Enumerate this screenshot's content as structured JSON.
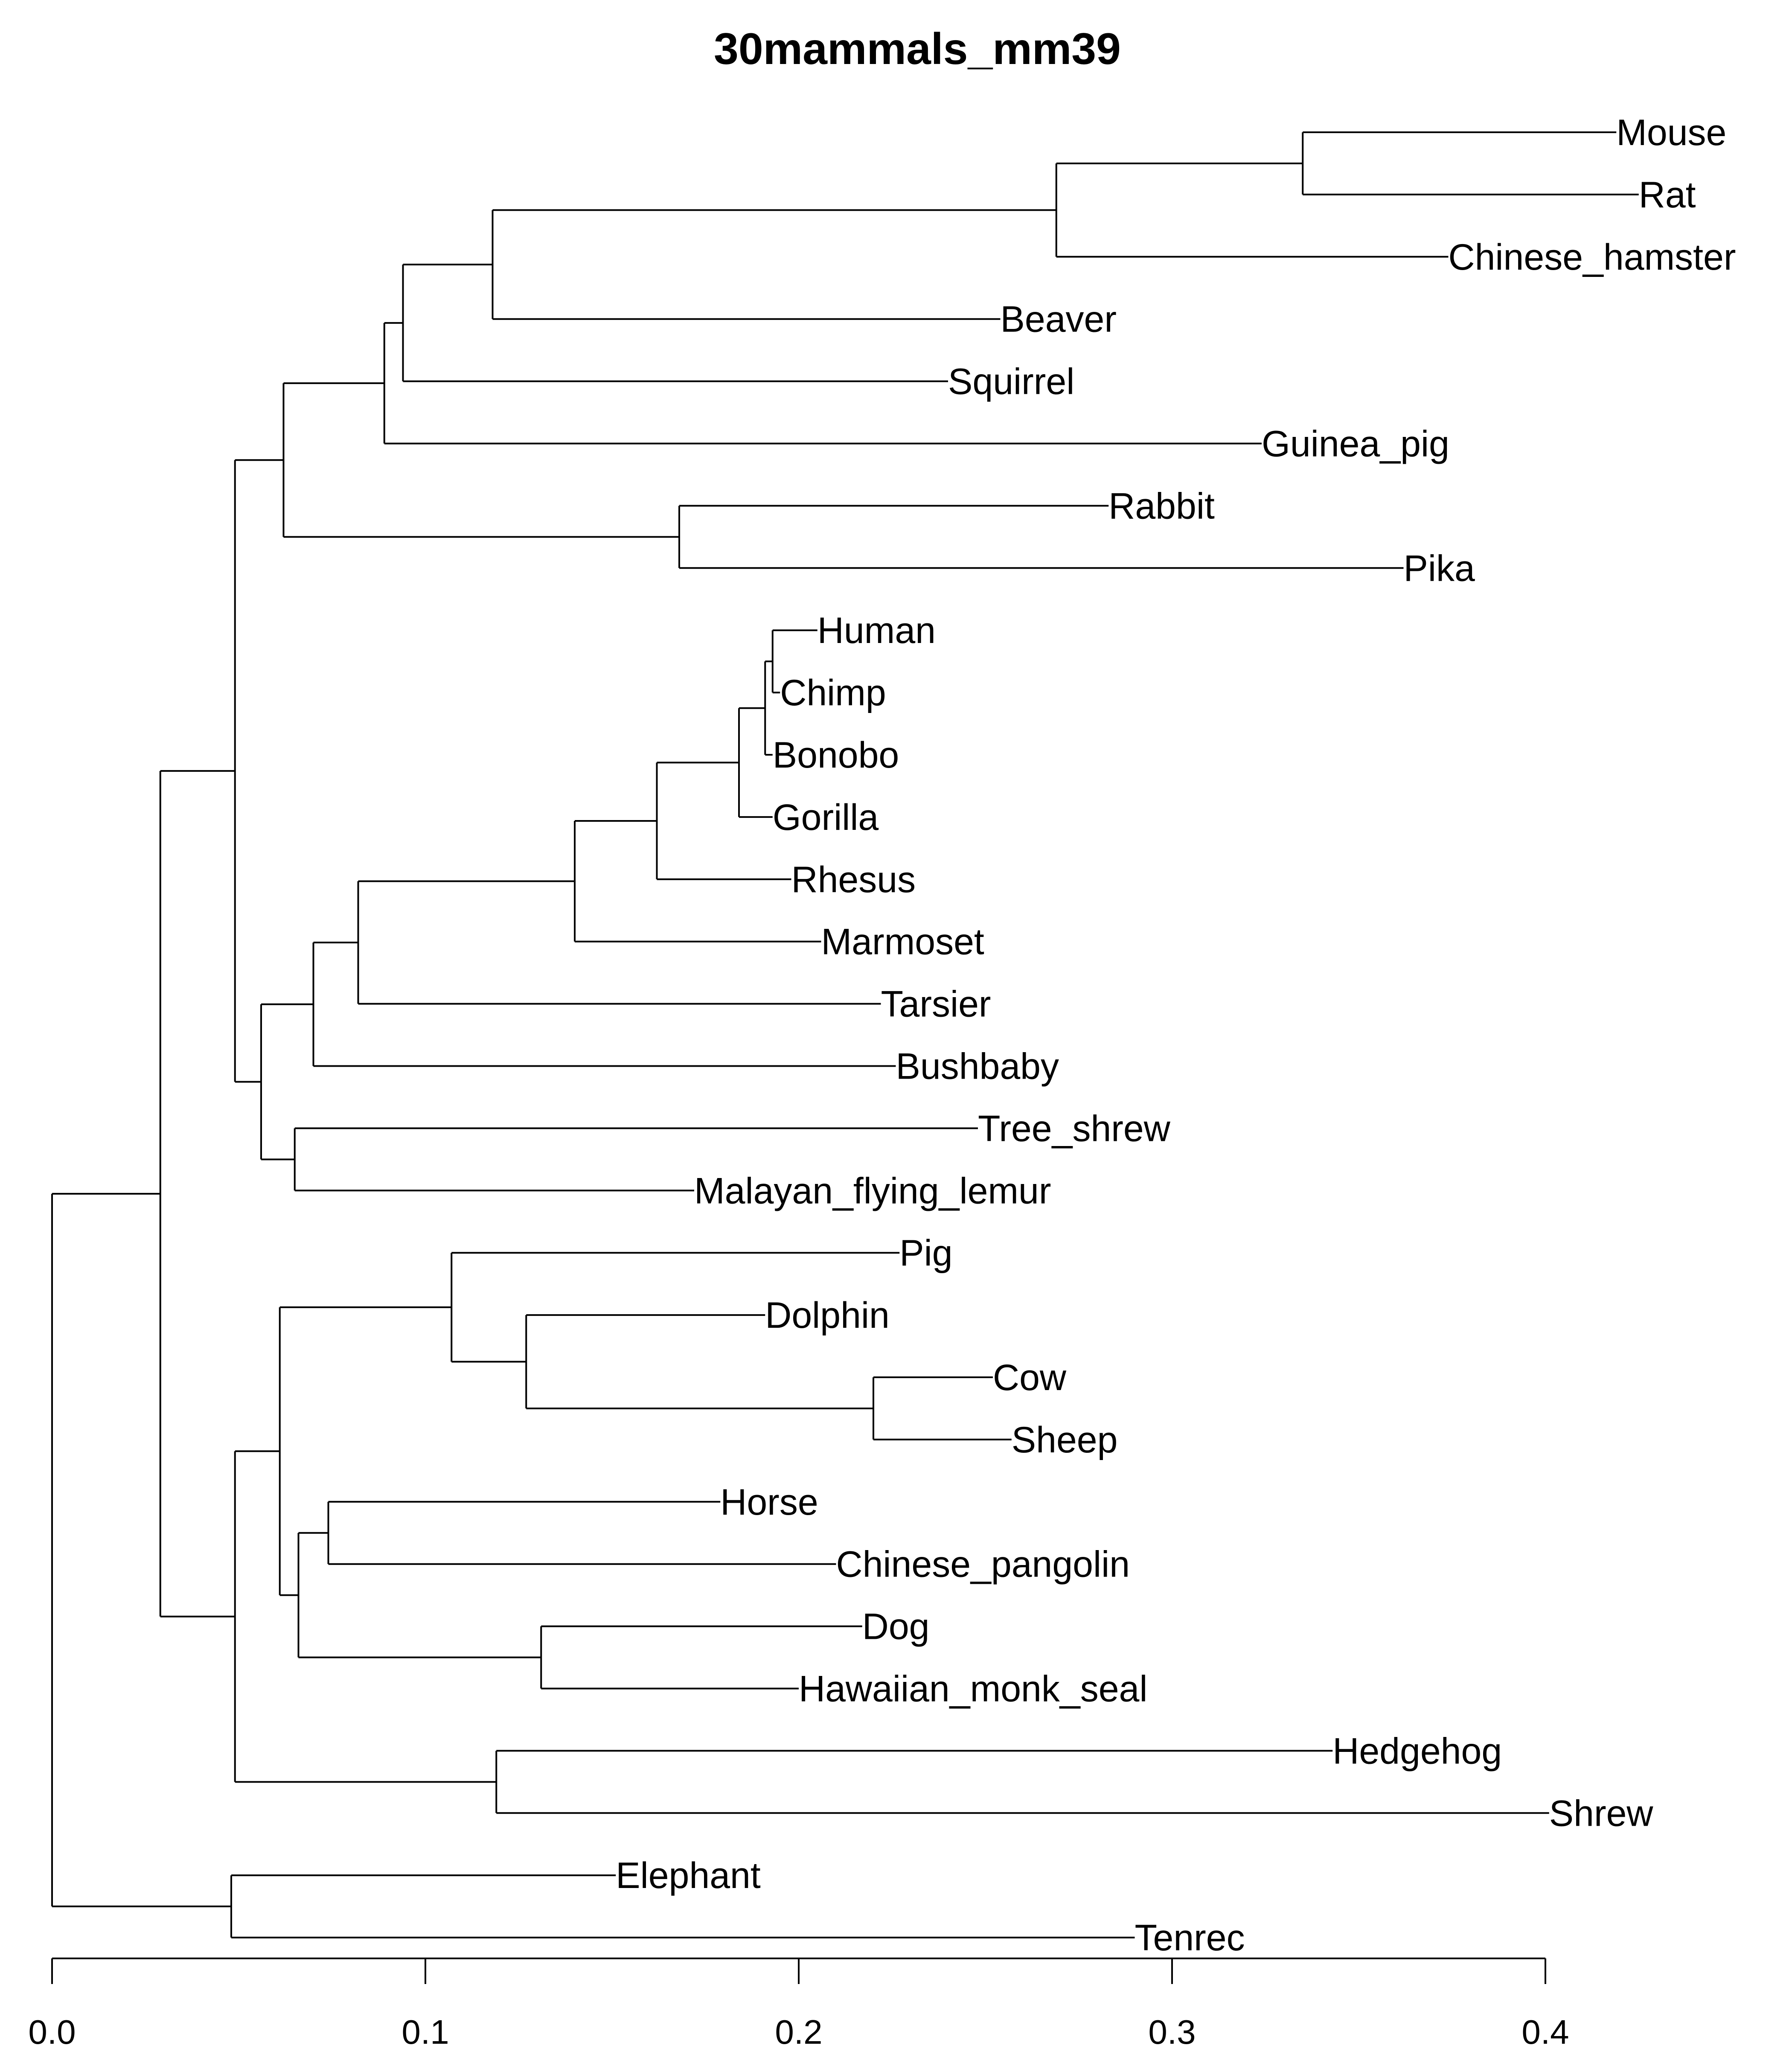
{
  "title": "30mammals_mm39",
  "axis": {
    "ticks": [
      0.0,
      0.1,
      0.2,
      0.3,
      0.4
    ],
    "tick_labels": [
      "0.0",
      "0.1",
      "0.2",
      "0.3",
      "0.4"
    ],
    "range": [
      0.0,
      0.4
    ]
  },
  "tree": {
    "h": 0.0,
    "children": [
      {
        "h": 0.029,
        "children": [
          {
            "h": 0.049,
            "children": [
              {
                "h": 0.062,
                "children": [
                  {
                    "h": 0.089,
                    "children": [
                      {
                        "h": 0.094,
                        "children": [
                          {
                            "h": 0.118,
                            "children": [
                              {
                                "h": 0.269,
                                "children": [
                                  {
                                    "h": 0.335,
                                    "children": [
                                      {
                                        "name": "Mouse",
                                        "h": 0.419
                                      },
                                      {
                                        "name": "Rat",
                                        "h": 0.425
                                      }
                                    ]
                                  },
                                  {
                                    "name": "Chinese_hamster",
                                    "h": 0.374
                                  }
                                ]
                              },
                              {
                                "name": "Beaver",
                                "h": 0.254
                              }
                            ]
                          },
                          {
                            "name": "Squirrel",
                            "h": 0.24
                          }
                        ]
                      },
                      {
                        "name": "Guinea_pig",
                        "h": 0.324
                      }
                    ]
                  },
                  {
                    "h": 0.168,
                    "children": [
                      {
                        "name": "Rabbit",
                        "h": 0.283
                      },
                      {
                        "name": "Pika",
                        "h": 0.362
                      }
                    ]
                  }
                ]
              },
              {
                "h": 0.056,
                "children": [
                  {
                    "h": 0.07,
                    "children": [
                      {
                        "h": 0.082,
                        "children": [
                          {
                            "h": 0.14,
                            "children": [
                              {
                                "h": 0.162,
                                "children": [
                                  {
                                    "h": 0.184,
                                    "children": [
                                      {
                                        "h": 0.191,
                                        "children": [
                                          {
                                            "h": 0.193,
                                            "children": [
                                              {
                                                "name": "Human",
                                                "h": 0.205
                                              },
                                              {
                                                "name": "Chimp",
                                                "h": 0.195
                                              }
                                            ]
                                          },
                                          {
                                            "name": "Bonobo",
                                            "h": 0.193
                                          }
                                        ]
                                      },
                                      {
                                        "name": "Gorilla",
                                        "h": 0.193
                                      }
                                    ]
                                  },
                                  {
                                    "name": "Rhesus",
                                    "h": 0.198
                                  }
                                ]
                              },
                              {
                                "name": "Marmoset",
                                "h": 0.206
                              }
                            ]
                          },
                          {
                            "name": "Tarsier",
                            "h": 0.222
                          }
                        ]
                      },
                      {
                        "name": "Bushbaby",
                        "h": 0.226
                      }
                    ]
                  },
                  {
                    "h": 0.065,
                    "children": [
                      {
                        "name": "Tree_shrew",
                        "h": 0.248
                      },
                      {
                        "name": "Malayan_flying_lemur",
                        "h": 0.172
                      }
                    ]
                  }
                ]
              }
            ]
          },
          {
            "h": 0.049,
            "children": [
              {
                "h": 0.061,
                "children": [
                  {
                    "h": 0.107,
                    "children": [
                      {
                        "name": "Pig",
                        "h": 0.227
                      },
                      {
                        "h": 0.127,
                        "children": [
                          {
                            "name": "Dolphin",
                            "h": 0.191
                          },
                          {
                            "h": 0.22,
                            "children": [
                              {
                                "name": "Cow",
                                "h": 0.252
                              },
                              {
                                "name": "Sheep",
                                "h": 0.257
                              }
                            ]
                          }
                        ]
                      }
                    ]
                  },
                  {
                    "h": 0.066,
                    "children": [
                      {
                        "h": 0.074,
                        "children": [
                          {
                            "name": "Horse",
                            "h": 0.179
                          },
                          {
                            "name": "Chinese_pangolin",
                            "h": 0.21
                          }
                        ]
                      },
                      {
                        "h": 0.131,
                        "children": [
                          {
                            "name": "Dog",
                            "h": 0.217
                          },
                          {
                            "name": "Hawaiian_monk_seal",
                            "h": 0.2
                          }
                        ]
                      }
                    ]
                  }
                ]
              },
              {
                "h": 0.119,
                "children": [
                  {
                    "name": "Hedgehog",
                    "h": 0.343
                  },
                  {
                    "name": "Shrew",
                    "h": 0.401
                  }
                ]
              }
            ]
          }
        ]
      },
      {
        "h": 0.048,
        "children": [
          {
            "name": "Elephant",
            "h": 0.151
          },
          {
            "name": "Tenrec",
            "h": 0.29
          }
        ]
      }
    ]
  }
}
